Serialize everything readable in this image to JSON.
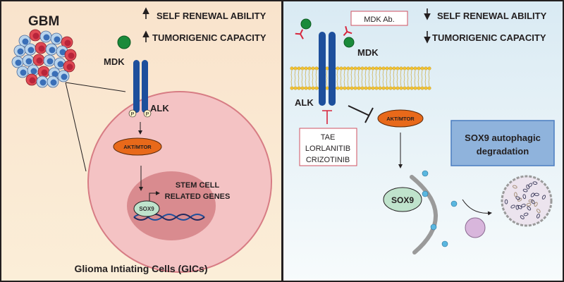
{
  "left": {
    "gbm_label": "GBM",
    "effects": [
      "SELF RENEWAL ABILITY",
      "TUMORIGENIC CAPACITY"
    ],
    "effect_direction": "up",
    "mdk_label": "MDK",
    "alk_label": "ALK",
    "phospho_label": "P",
    "akt_label": "AKT/MTOR",
    "genes_label": [
      "STEM CELL",
      "RELATED GENES"
    ],
    "sox9_label": "SOX9",
    "caption": "Glioma Intiating Cells (GICs)"
  },
  "right": {
    "antibody_label": "MDK Ab.",
    "effects": [
      "SELF RENEWAL ABILITY",
      "TUMORIGENIC CAPACITY"
    ],
    "effect_direction": "down",
    "mdk_label": "MDK",
    "alk_label": "ALK",
    "inhibitors": [
      "TAE",
      "LORLANITIB",
      "CRIZOTINIB"
    ],
    "akt_label": "AKT/MTOR",
    "outcome": [
      "SOX9 autophagic",
      "degradation"
    ],
    "sox9_label": "SOX9"
  },
  "colors": {
    "receptor": "#1d4f9c",
    "mdk": "#1a8a3a",
    "akt": "#e8691a",
    "antibody": "#d7263d",
    "outcome_box": "#8fb3dc"
  }
}
